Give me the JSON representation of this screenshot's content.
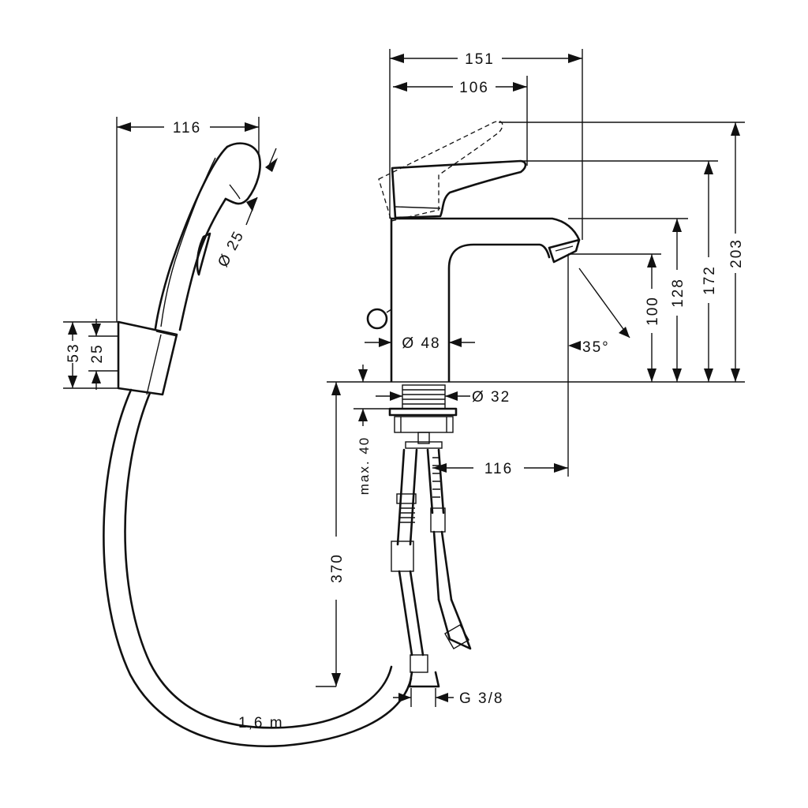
{
  "dimensions": {
    "spout_overall_width": "151",
    "handle_reach": "106",
    "shower_length": "116",
    "shower_diameter": "Ø 25",
    "holder_height": "53",
    "holder_inner": "25",
    "body_diameter": "Ø 48",
    "tail_diameter": "Ø 32",
    "height_total": "203",
    "height_handle": "172",
    "height_spout_top": "128",
    "height_outlet": "100",
    "spray_angle": "35°",
    "spout_projection": "116",
    "max_deck": "max. 40",
    "supply_length": "370",
    "thread": "G 3/8",
    "hose_length": "1,6 m"
  }
}
